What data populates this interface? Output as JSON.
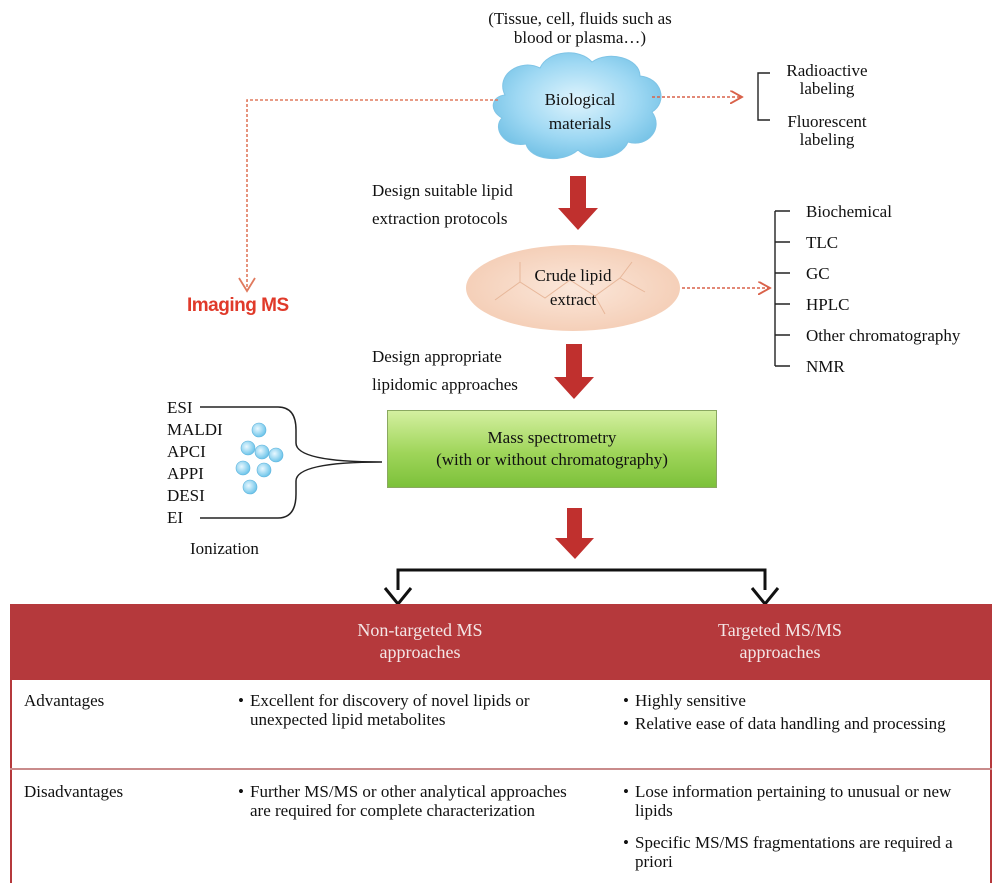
{
  "source": {
    "line1": "(Tissue, cell, fluids such as",
    "line2": "blood or plasma…)"
  },
  "bio": {
    "line1": "Biological",
    "line2": "materials"
  },
  "labeling": {
    "radio1": "Radioactive",
    "radio2": "labeling",
    "fluor1": "Fluorescent",
    "fluor2": "labeling"
  },
  "imaging": "Imaging MS",
  "step1": {
    "line1": "Design suitable lipid",
    "line2": "extraction protocols"
  },
  "crude": {
    "line1": "Crude lipid",
    "line2": "extract"
  },
  "methods": [
    "Biochemical",
    "TLC",
    "GC",
    "HPLC",
    "Other chromatography",
    "NMR"
  ],
  "step2": {
    "line1": "Design appropriate",
    "line2": "lipidomic approaches"
  },
  "ionization": {
    "methods": [
      "ESI",
      "MALDI",
      "APCI",
      "APPI",
      "DESI",
      "EI"
    ],
    "label": "Ionization"
  },
  "ms": {
    "line1": "Mass spectrometry",
    "line2": "(with or without chromatography)"
  },
  "table": {
    "col1": {
      "line1": "Non-targeted MS",
      "line2": "approaches"
    },
    "col2": {
      "line1": "Targeted MS/MS",
      "line2": "approaches"
    },
    "advantages": {
      "label": "Advantages",
      "col1": [
        "Excellent for discovery of novel lipids or unexpected lipid metabolites"
      ],
      "col2": [
        "Highly sensitive",
        "Relative ease of data handling and processing"
      ]
    },
    "disadvantages": {
      "label": "Disadvantages",
      "col1": [
        "Further MS/MS or other analytical approaches are required for complete characterization"
      ],
      "col2": [
        "Lose information pertaining to unusual or new lipids",
        "Specific MS/MS fragmentations are required  a priori"
      ]
    }
  },
  "colors": {
    "arrow": "#c0302e",
    "dashed": "#d9624a",
    "header": "#b5393c",
    "ms_box": "#9fd55a",
    "cloud": "#8fd3f2"
  }
}
